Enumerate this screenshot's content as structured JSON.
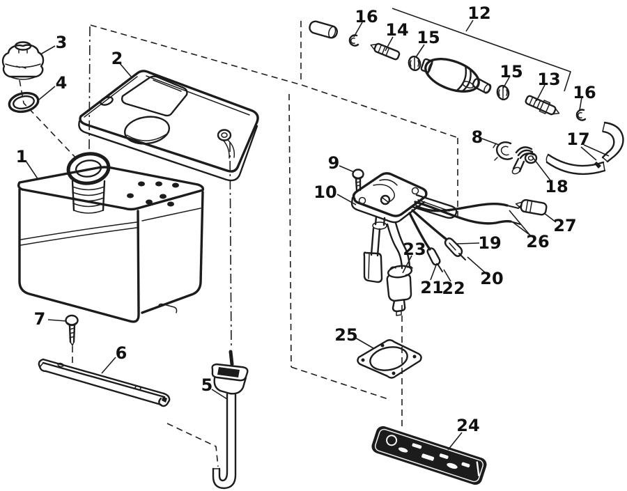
{
  "canvas": {
    "background": "#ffffff",
    "ink": "#1c1c1c"
  },
  "callouts": {
    "c1": {
      "label": "1"
    },
    "c2": {
      "label": "2"
    },
    "c3": {
      "label": "3"
    },
    "c4": {
      "label": "4"
    },
    "c5": {
      "label": "5"
    },
    "c6": {
      "label": "6"
    },
    "c7": {
      "label": "7"
    },
    "c8": {
      "label": "8"
    },
    "c9": {
      "label": "9"
    },
    "c10": {
      "label": "10"
    },
    "c12": {
      "label": "12"
    },
    "c13": {
      "label": "13"
    },
    "c14": {
      "label": "14"
    },
    "c15a": {
      "label": "15"
    },
    "c15b": {
      "label": "15"
    },
    "c16a": {
      "label": "16"
    },
    "c16b": {
      "label": "16"
    },
    "c17": {
      "label": "17"
    },
    "c18": {
      "label": "18"
    },
    "c19": {
      "label": "19"
    },
    "c20": {
      "label": "20"
    },
    "c21": {
      "label": "21"
    },
    "c22": {
      "label": "22"
    },
    "c23": {
      "label": "23"
    },
    "c24": {
      "label": "24"
    },
    "c25": {
      "label": "25"
    },
    "c26": {
      "label": "26"
    },
    "c27": {
      "label": "27"
    }
  }
}
